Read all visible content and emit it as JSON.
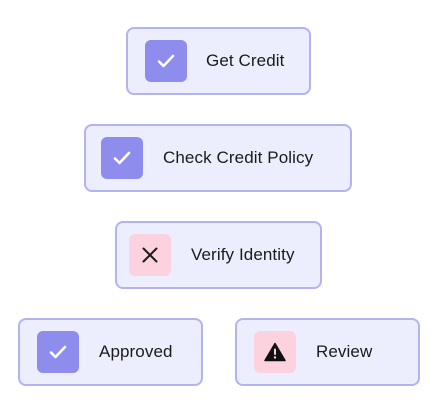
{
  "colors": {
    "node_fill": "#eceefd",
    "node_border": "#b3b2f2",
    "check_fill": "#8e8cec",
    "alert_fill": "#fbd2dd"
  },
  "nodes": {
    "get_credit": {
      "label": "Get Credit",
      "icon": "check-icon"
    },
    "check_credit_policy": {
      "label": "Check Credit Policy",
      "icon": "check-icon"
    },
    "verify_identity": {
      "label": "Verify Identity",
      "icon": "close-icon"
    },
    "approved": {
      "label": "Approved",
      "icon": "check-icon"
    },
    "review": {
      "label": "Review",
      "icon": "warning-icon"
    }
  }
}
